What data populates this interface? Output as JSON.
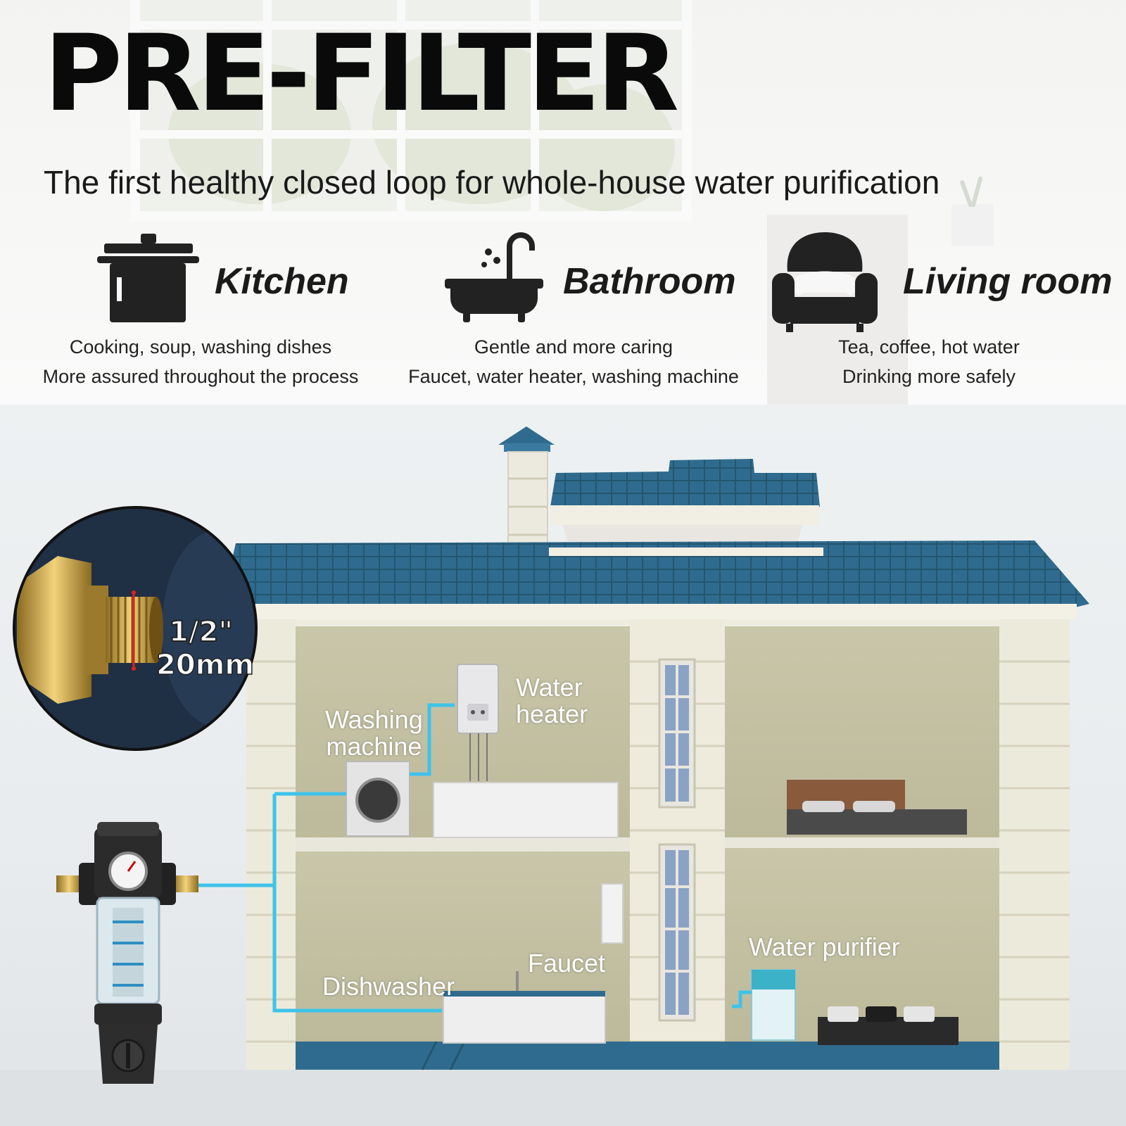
{
  "header": {
    "title": "PRE-FILTER",
    "subtitle": "The first healthy closed loop for whole-house water purification"
  },
  "rooms": [
    {
      "label": "Kitchen",
      "icon": "pot-icon",
      "desc_line1": "Cooking, soup, washing dishes",
      "desc_line2": "More assured throughout the process"
    },
    {
      "label": "Bathroom",
      "icon": "bathtub-icon",
      "desc_line1": "Gentle and more caring",
      "desc_line2": "Faucet, water heater, washing machine"
    },
    {
      "label": "Living room",
      "icon": "armchair-icon",
      "desc_line1": "Tea, coffee, hot water",
      "desc_line2": "Drinking more safely"
    }
  ],
  "fitting": {
    "size_inch": "1/2\"",
    "size_mm": "20mm"
  },
  "appliances": {
    "washing_machine_1": "Washing",
    "washing_machine_2": "machine",
    "water_heater_1": "Water",
    "water_heater_2": "heater",
    "faucet": "Faucet",
    "dishwasher": "Dishwasher",
    "water_purifier": "Water purifier"
  },
  "colors": {
    "pipe": "#3ec3ea",
    "roof": "#2f6b8e",
    "wall": "#d7d4bb",
    "brass": "#c9a04a"
  }
}
